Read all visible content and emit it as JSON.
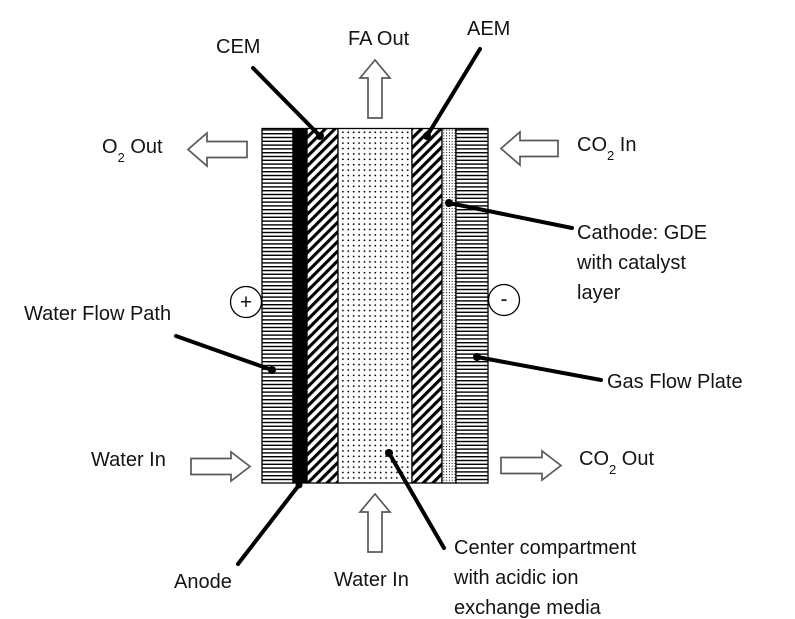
{
  "diagram": {
    "type": "electrochemical-cell-schematic",
    "description": "CO2-to-formic-acid electrolyzer cross-section with layered cell stack, flow arrows and leader-line labels",
    "labels": {
      "cem": "CEM",
      "fa_out": "FA Out",
      "aem": "AEM",
      "o2_out": {
        "pre": "O",
        "sub": "2",
        "post": " Out"
      },
      "co2_in": {
        "pre": "CO",
        "sub": "2",
        "post": " In"
      },
      "co2_out": {
        "pre": "CO",
        "sub": "2",
        "post": " Out"
      },
      "cathode": {
        "line1": "Cathode: GDE",
        "line2": "with catalyst",
        "line3": "layer"
      },
      "water_flow_path": "Water Flow Path",
      "gas_flow_plate": "Gas Flow Plate",
      "water_in_left": "Water In",
      "water_in_bottom": "Water In",
      "anode": "Anode",
      "center_compartment": {
        "line1": "Center compartment",
        "line2": "with acidic ion",
        "line3": "exchange media"
      }
    },
    "electrodes": {
      "anode_sign": "+",
      "cathode_sign": "-"
    },
    "layers": [
      {
        "name": "Water flow plate (Water Flow Path)",
        "pattern": "horizontal-lines"
      },
      {
        "name": "Anode",
        "pattern": "solid-black"
      },
      {
        "name": "CEM",
        "pattern": "diagonal-hatch"
      },
      {
        "name": "Center compartment with acidic ion exchange media",
        "pattern": "coarse-dots"
      },
      {
        "name": "AEM",
        "pattern": "diagonal-hatch"
      },
      {
        "name": "Cathode: GDE with catalyst layer",
        "pattern": "fine-dots"
      },
      {
        "name": "Gas Flow Plate",
        "pattern": "horizontal-lines"
      }
    ],
    "flows": [
      {
        "label": "FA Out",
        "direction": "up"
      },
      {
        "label": "O2 Out",
        "direction": "left"
      },
      {
        "label": "CO2 In",
        "direction": "left"
      },
      {
        "label": "Water In (left)",
        "direction": "right"
      },
      {
        "label": "CO2 Out",
        "direction": "right"
      },
      {
        "label": "Water In (bottom)",
        "direction": "up"
      }
    ],
    "colors": {
      "ink": "#000000",
      "arrow_outline": "#595959",
      "background": "#ffffff"
    }
  }
}
